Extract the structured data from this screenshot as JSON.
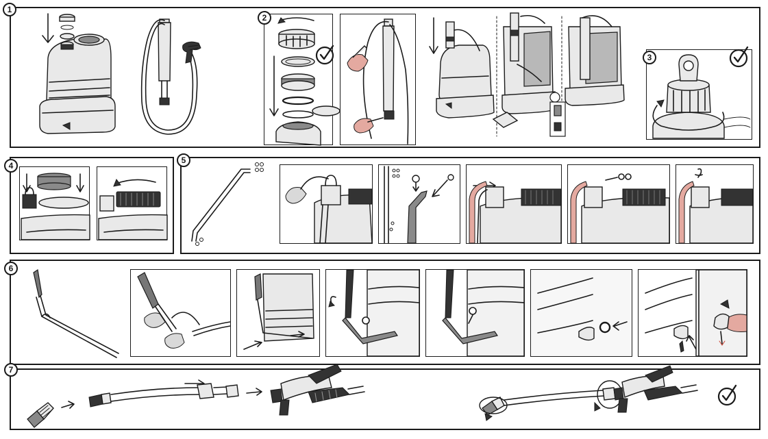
{
  "steps": [
    {
      "id": "1",
      "label": "1"
    },
    {
      "id": "2",
      "label": "2"
    },
    {
      "id": "3",
      "label": "3"
    },
    {
      "id": "4",
      "label": "4"
    },
    {
      "id": "5",
      "label": "5"
    },
    {
      "id": "6",
      "label": "6"
    },
    {
      "id": "7",
      "label": "7"
    }
  ],
  "icons": {
    "check": "check-circle-icon",
    "arrow": "arrow-icon",
    "rotate": "rotate-arrow-icon"
  },
  "colors": {
    "line": "#1a1a1a",
    "tank_shade": "#8a8a8a",
    "hose_highlight": "#e4a9a0"
  }
}
